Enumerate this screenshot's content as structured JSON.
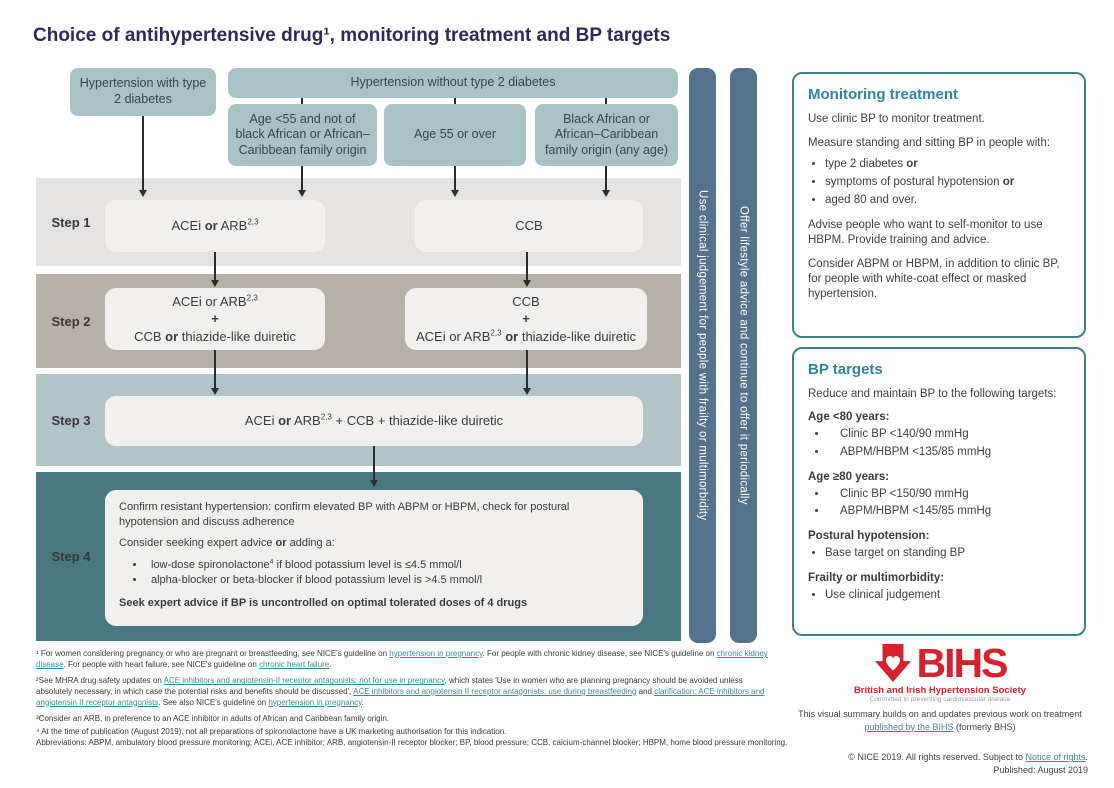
{
  "title": "Choice of antihypertensive drug¹, monitoring treatment and BP targets",
  "colors": {
    "title_purple": "#32265f",
    "teal_box": "#a9c2c6",
    "row_step1": "#e4e3e1",
    "row_step2": "#b6b0ab",
    "row_step3": "#b1c5c9",
    "row_step4": "#4a7880",
    "side_bar_blue": "#54728b",
    "panel_border_teal": "#3e7f8d",
    "panel_heading_teal": "#2e86a0",
    "link_teal": "#3e89a0",
    "bihs_red": "#d5232e"
  },
  "flow": {
    "top": {
      "diabetes": "Hypertension with type 2 diabetes",
      "no_diabetes": "Hypertension without type 2 diabetes",
      "branches": [
        "Age <55 and not of black African or African–Caribbean family origin",
        "Age 55 or over",
        "Black African or African–Caribbean family origin (any age)"
      ]
    },
    "step_labels": [
      "Step 1",
      "Step 2",
      "Step 3",
      "Step 4"
    ],
    "step1": {
      "left": [
        {
          "t": "ACEi "
        },
        {
          "t": "or",
          "b": true
        },
        {
          "t": " ARB"
        },
        {
          "t": "2,3",
          "sup": true
        }
      ],
      "right": [
        {
          "t": "CCB"
        }
      ]
    },
    "step2": {
      "left_lines": [
        [
          {
            "t": "ACEi or ARB"
          },
          {
            "t": "2,3",
            "sup": true
          }
        ],
        [
          {
            "t": "+",
            "b": true
          }
        ],
        [
          {
            "t": "CCB "
          },
          {
            "t": "or",
            "b": true
          },
          {
            "t": " thiazide-like duiretic"
          }
        ]
      ],
      "right_lines": [
        [
          {
            "t": "CCB"
          }
        ],
        [
          {
            "t": "+",
            "b": true
          }
        ],
        [
          {
            "t": "ACEi or ARB"
          },
          {
            "t": "2,3",
            "sup": true
          },
          {
            "t": " "
          },
          {
            "t": "or",
            "b": true
          },
          {
            "t": " thiazide-like duiretic"
          }
        ]
      ]
    },
    "step3": [
      {
        "t": "ACEi "
      },
      {
        "t": "or",
        "b": true
      },
      {
        "t": " ARB"
      },
      {
        "t": "2,3",
        "sup": true
      },
      {
        "t": " + CCB + thiazide-like duiretic"
      }
    ],
    "step4": {
      "p1": "Confirm resistant hypertension: confirm elevated BP with ABPM or HBPM, check for postural hypotension and discuss adherence",
      "p2": [
        {
          "t": "Consider seeking expert advice "
        },
        {
          "t": "or",
          "b": true
        },
        {
          "t": " adding a:"
        }
      ],
      "bullets": [
        [
          {
            "t": "low-dose spironolactone"
          },
          {
            "t": "4",
            "sup": true
          },
          {
            "t": " if blood potassium level is ≤4.5 mmol/l"
          }
        ],
        [
          {
            "t": "alpha-blocker or beta-blocker if blood potassium level is >4.5 mmol/l"
          }
        ]
      ],
      "p3": "Seek expert advice if BP is uncontrolled on optimal tolerated doses of 4 drugs"
    }
  },
  "side_bars": [
    "Use clinical judgement for people with frailty or multimorbidity",
    "Offer lifestyle advice and continue to offer it periodically"
  ],
  "monitoring": {
    "title": "Monitoring treatment",
    "p1": "Use clinic BP to monitor treatment.",
    "p2": "Measure standing and sitting BP in people with:",
    "bullets": [
      [
        {
          "t": "type 2 diabetes "
        },
        {
          "t": "or",
          "b": true
        }
      ],
      [
        {
          "t": "symptoms of postural hypotension "
        },
        {
          "t": "or",
          "b": true
        }
      ],
      [
        {
          "t": "aged 80 and over."
        }
      ]
    ],
    "p3": "Advise people who want to self-monitor to use HBPM. Provide training and advice.",
    "p4": "Consider ABPM or HBPM, in addition to clinic BP, for people with white-coat effect or masked hypertension."
  },
  "bp_targets": {
    "title": "BP targets",
    "intro": "Reduce and maintain BP to the following targets:",
    "groups": [
      {
        "heading": "Age <80 years:",
        "bullets": [
          "Clinic BP <140/90 mmHg",
          "ABPM/HBPM <135/85 mmHg"
        ]
      },
      {
        "heading": "Age ≥80 years:",
        "bullets": [
          "Clinic BP <150/90 mmHg",
          "ABPM/HBPM <145/85 mmHg"
        ]
      },
      {
        "heading": "Postural hypotension:",
        "bullets": [
          "Base target on standing BP"
        ]
      },
      {
        "heading": "Frailty or multimorbidity:",
        "bullets": [
          "Use clinical judgement"
        ]
      }
    ]
  },
  "footnotes": [
    [
      {
        "t": "¹ For women considering pregnancy or who are pregnant or breastfeeding, see NICE's guideline on "
      },
      {
        "t": "hypertension in pregnancy",
        "link": true
      },
      {
        "t": ". For people with chronic kidney disease, see NICE's guideline on "
      },
      {
        "t": "chronic kidney disease",
        "link": true
      },
      {
        "t": ". For people with heart failure, see NICE's guideline on "
      },
      {
        "t": "chronic heart failure",
        "link": true
      },
      {
        "t": "."
      }
    ],
    [
      {
        "t": "²See MHRA drug safety updates on "
      },
      {
        "t": "ACE inhibitors and angiotensin-II receptor antagonists: not for use in pregnancy",
        "link": true
      },
      {
        "t": ", which states 'Use in women who are planning pregnancy should be avoided unless absolutely necessary, in which case the potential risks and benefits should be discussed', "
      },
      {
        "t": "ACE inhibitors and angiotensin II receptor antagonists: use during breastfeeding",
        "link": true
      },
      {
        "t": " and "
      },
      {
        "t": "clarification: ACE inhibitors and angiotensin II receptor antagonists",
        "link": true
      },
      {
        "t": ". See also NICE's guideline on "
      },
      {
        "t": "hypertension in pregnancy",
        "link": true
      },
      {
        "t": "."
      }
    ],
    [
      {
        "t": "³Consider an ARB, in preference to an ACE inhibitor in adults of African and Caribbean family origin."
      }
    ],
    [
      {
        "t": "⁴ At the time of publication (August 2019), not all preparations of spironolactone have a UK marketing authorisation for this indication."
      }
    ]
  ],
  "abbreviations": "Abbreviations: ABPM, ambulatory blood pressure monitoring; ACEi, ACE inhibitor; ARB, angiotensin-II receptor blocker; BP, blood pressure; CCB, calcium-channel blocker; HBPM, home blood pressure monitoring.",
  "bihs": {
    "name": "BIHS",
    "org": "British and Irish Hypertension Society",
    "tagline": "Committed to preventing cardiovascular disease",
    "note": [
      {
        "t": "This visual summary builds on and updates previous work on treatment "
      },
      {
        "t": "published by the BIHS",
        "link": true
      },
      {
        "t": " (formerly BHS)"
      }
    ]
  },
  "copyright": {
    "line1": [
      {
        "t": "© NICE 2019. All rights reserved. Subject to "
      },
      {
        "t": "Notice of rights",
        "link": true
      },
      {
        "t": "."
      }
    ],
    "line2": "Published: August 2019"
  }
}
